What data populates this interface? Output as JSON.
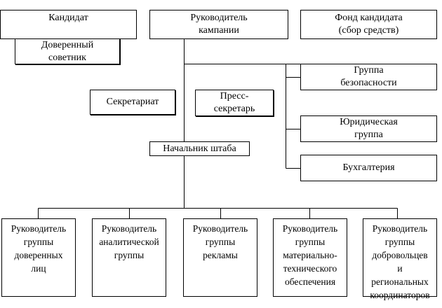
{
  "boxes": {
    "candidate": "Кандидат",
    "campaign_manager": "Руководитель\nкампании",
    "candidate_fund": "Фонд кандидата\n(сбор средств)",
    "trusted_advisor": "Доверенный\nсоветник",
    "secretariat": "Секретариат",
    "press_secretary": "Пресс-\nсекретарь",
    "security_group": "Группа\nбезопасности",
    "legal_group": "Юридическая\nгруппа",
    "accounting": "Бухгалтерия",
    "chief_of_staff": "Начальник штаба",
    "head_trusted_persons": "Руководитель\nгруппы\nдоверенных\nлиц",
    "head_analytics": "Руководитель\nаналитической\nгруппы",
    "head_advertising": "Руководитель\nгруппы\nрекламы",
    "head_logistics": "Руководитель\nгруппы\nматериально-\nтехнического\nобеспечения",
    "head_volunteers": "Руководитель\nгруппы\nдобровольцев\nи\nрегиональных\nкоординаторов"
  },
  "colors": {
    "line": "#000000",
    "box_border": "#000000",
    "background": "#ffffff"
  }
}
